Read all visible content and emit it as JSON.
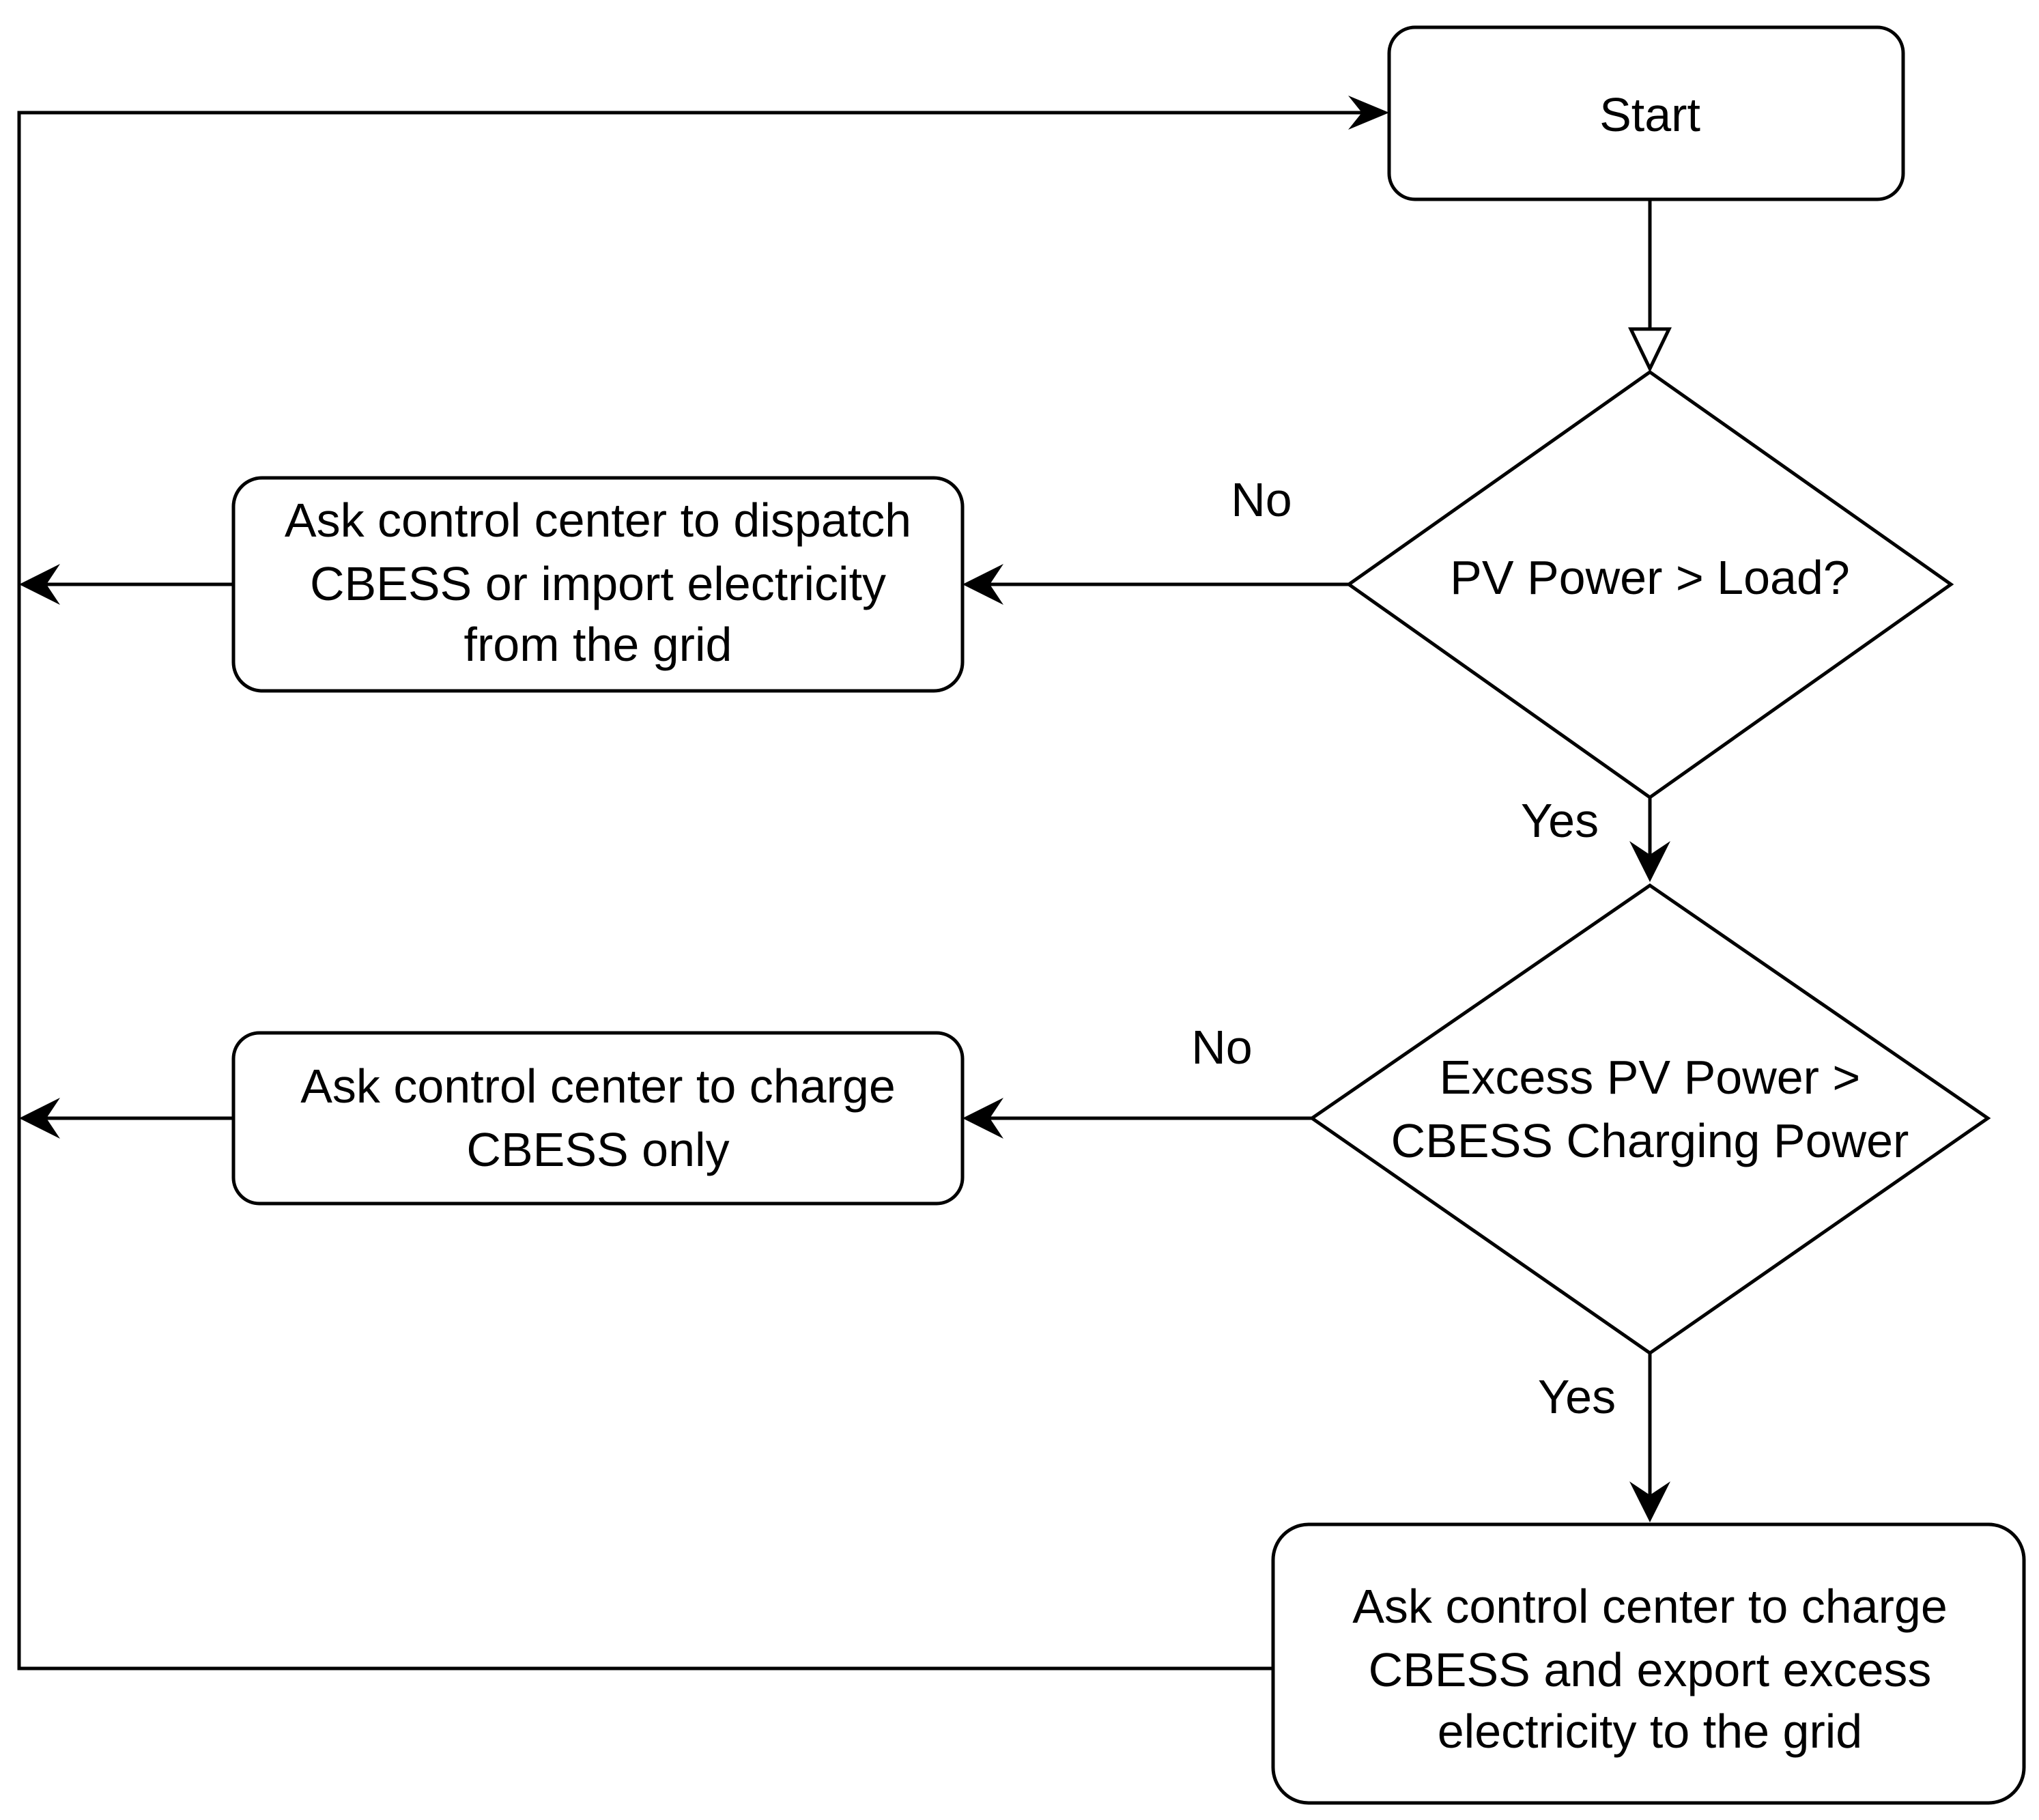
{
  "nodes": {
    "start": "Start",
    "decision1": "PV Power > Load?",
    "decision2_line1": "Excess PV Power >",
    "decision2_line2": "CBESS Charging Power",
    "box1_line1": "Ask control center to dispatch",
    "box1_line2": "CBESS or import electricity",
    "box1_line3": "from the grid",
    "box2_line1": "Ask control center to charge",
    "box2_line2": "CBESS only",
    "box3_line1": "Ask control center to charge",
    "box3_line2": "CBESS and export excess",
    "box3_line3": "electricity to the grid"
  },
  "edge_labels": {
    "no1": "No",
    "yes1": "Yes",
    "no2": "No",
    "yes2": "Yes"
  },
  "colors": {
    "stroke": "#000000",
    "background": "#ffffff"
  }
}
